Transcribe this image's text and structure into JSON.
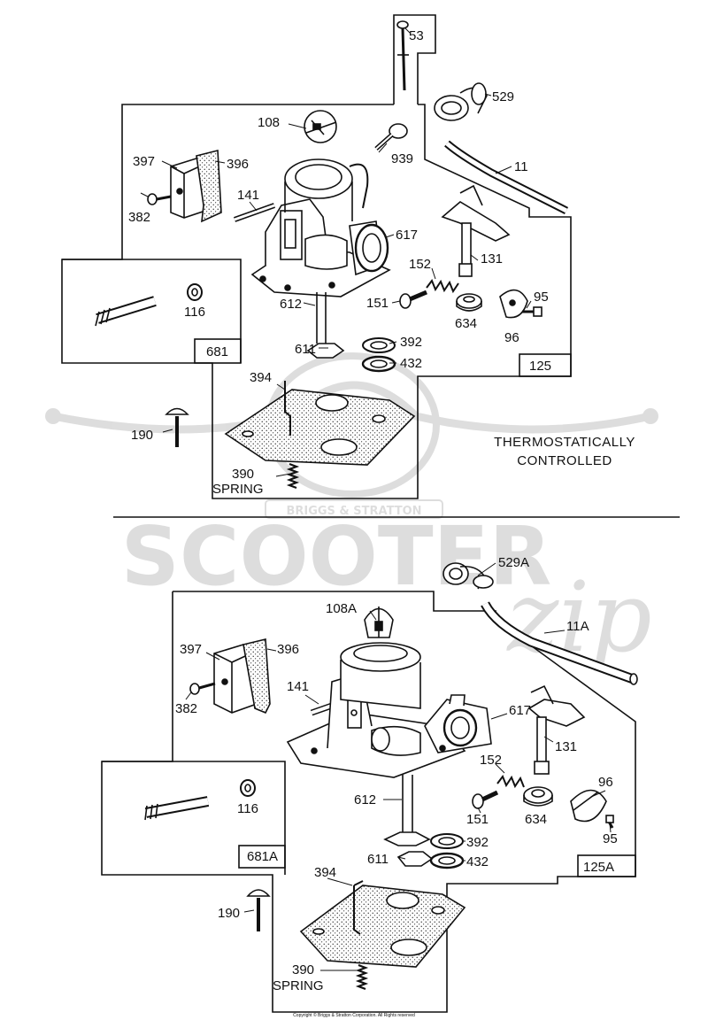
{
  "watermark": {
    "brand_small": "BRIGGS & STRATTON",
    "brand_large": "SCOOTER",
    "script": "zip"
  },
  "caption": {
    "line1": "THERMOSTATICALLY",
    "line2": "CONTROLLED"
  },
  "copyright": "Copyright © Briggs & Stratton Corporation. All Rights reserved",
  "top_assembly": {
    "parts": [
      "53",
      "529",
      "108",
      "939",
      "11",
      "397",
      "396",
      "141",
      "382",
      "617",
      "131",
      "152",
      "151",
      "95",
      "634",
      "96",
      "116",
      "612",
      "392",
      "611",
      "432",
      "681",
      "125",
      "394",
      "190",
      "390"
    ],
    "spring_label": "SPRING"
  },
  "bottom_assembly": {
    "parts": [
      "529A",
      "108A",
      "11A",
      "397",
      "396",
      "141",
      "382",
      "617",
      "131",
      "152",
      "151",
      "634",
      "96",
      "95",
      "116",
      "612",
      "392",
      "611",
      "432",
      "681A",
      "125A",
      "394",
      "190",
      "390"
    ],
    "spring_label": "SPRING"
  }
}
